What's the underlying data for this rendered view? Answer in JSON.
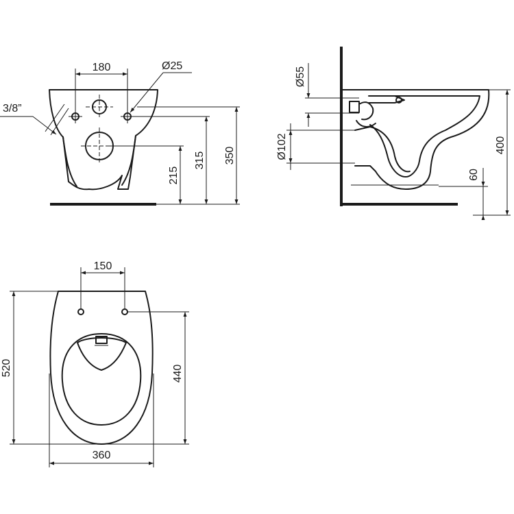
{
  "front_view": {
    "dim_bolt_spacing": "180",
    "dim_inlet_diameter": "Ø25",
    "dim_inlet_thread": "3/8”",
    "dim_outlet_height": "215",
    "dim_inlet_height": "315",
    "dim_total_height": "350"
  },
  "side_view": {
    "dim_flush_inlet_diameter": "Ø55",
    "dim_outlet_diameter": "Ø102",
    "dim_bowl_height": "400",
    "dim_base_offset": "60"
  },
  "top_view": {
    "dim_seat_bolt_spacing": "150",
    "dim_total_length": "520",
    "dim_bowl_length": "440",
    "dim_total_width": "360"
  }
}
